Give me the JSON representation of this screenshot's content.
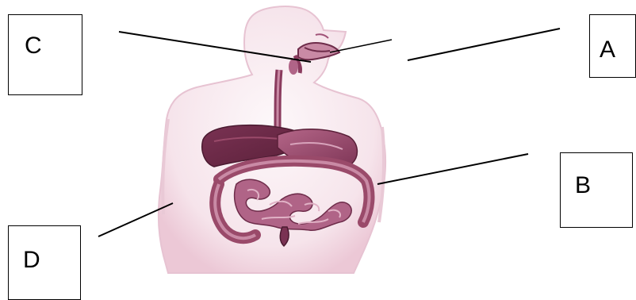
{
  "labels": {
    "a": "A",
    "b": "B",
    "c": "C",
    "d": "D"
  },
  "colors": {
    "organ_dark": "#6e2c4a",
    "organ_mid": "#9a4a6a",
    "organ_light": "#c98aa5",
    "skin_shade": "#f2dbe4",
    "skin_base": "#fbf3f6",
    "leader_line": "#000000"
  }
}
